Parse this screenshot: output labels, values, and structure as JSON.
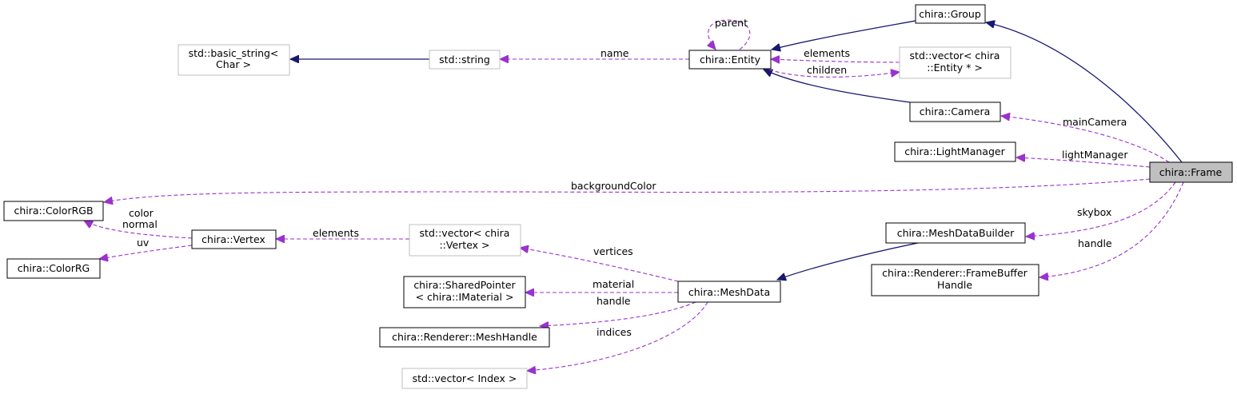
{
  "nodes": {
    "group": {
      "lines": [
        "chira::Group"
      ],
      "style": "normal"
    },
    "entity": {
      "lines": [
        "chira::Entity"
      ],
      "style": "normal"
    },
    "camera": {
      "lines": [
        "chira::Camera"
      ],
      "style": "normal"
    },
    "lightmanager": {
      "lines": [
        "chira::LightManager"
      ],
      "style": "normal"
    },
    "frame": {
      "lines": [
        "chira::Frame"
      ],
      "style": "focus"
    },
    "basic_string": {
      "lines": [
        "std::basic_string<",
        "Char >"
      ],
      "style": "gray"
    },
    "string": {
      "lines": [
        "std::string"
      ],
      "style": "gray"
    },
    "vector_entity": {
      "lines": [
        "std::vector< chira",
        "::Entity * >"
      ],
      "style": "gray"
    },
    "colorrgb": {
      "lines": [
        "chira::ColorRGB"
      ],
      "style": "normal"
    },
    "vertex": {
      "lines": [
        "chira::Vertex"
      ],
      "style": "normal"
    },
    "colorrg": {
      "lines": [
        "chira::ColorRG"
      ],
      "style": "normal"
    },
    "vector_vertex": {
      "lines": [
        "std::vector< chira",
        "::Vertex >"
      ],
      "style": "gray"
    },
    "sharedpointer": {
      "lines": [
        "chira::SharedPointer",
        "< chira::IMaterial >"
      ],
      "style": "normal"
    },
    "meshhandle": {
      "lines": [
        "chira::Renderer::MeshHandle"
      ],
      "style": "normal"
    },
    "vector_index": {
      "lines": [
        "std::vector< Index >"
      ],
      "style": "gray"
    },
    "meshdata": {
      "lines": [
        "chira::MeshData"
      ],
      "style": "normal"
    },
    "meshdatabuilder": {
      "lines": [
        "chira::MeshDataBuilder"
      ],
      "style": "normal"
    },
    "fbhandle": {
      "lines": [
        "chira::Renderer::FrameBuffer",
        "Handle"
      ],
      "style": "normal"
    }
  },
  "edges": {
    "frame_group": {
      "from": "chira::Frame",
      "to": "chira::Group",
      "kind": "inheritance"
    },
    "group_entity": {
      "from": "chira::Group",
      "to": "chira::Entity",
      "kind": "inheritance"
    },
    "camera_entity": {
      "from": "chira::Camera",
      "to": "chira::Entity",
      "kind": "inheritance"
    },
    "string_basic": {
      "from": "std::string",
      "to": "std::basic_string< Char >",
      "kind": "inheritance"
    },
    "meshdatabuilder_meshdata": {
      "from": "chira::MeshDataBuilder",
      "to": "chira::MeshData",
      "kind": "inheritance"
    },
    "entity_parent": {
      "label": "parent",
      "kind": "usage"
    },
    "entity_name": {
      "label": "name",
      "kind": "usage"
    },
    "vector_elements": {
      "label": "elements",
      "kind": "usage"
    },
    "entity_children": {
      "label": "children",
      "kind": "usage"
    },
    "frame_maincamera": {
      "label": "mainCamera",
      "kind": "usage"
    },
    "frame_lightmanager": {
      "label": "lightManager",
      "kind": "usage"
    },
    "frame_backgroundcolor": {
      "label": "backgroundColor",
      "kind": "usage"
    },
    "vertex_colornormal": {
      "label": "color\nnormal",
      "label_lines": [
        "color",
        "normal"
      ],
      "kind": "usage"
    },
    "vertex_uv": {
      "label": "uv",
      "kind": "usage"
    },
    "vectorvertex_elements": {
      "label": "elements",
      "kind": "usage"
    },
    "meshdata_vertices": {
      "label": "vertices",
      "kind": "usage"
    },
    "meshdata_material": {
      "label": "material",
      "kind": "usage"
    },
    "meshdata_handle": {
      "label": "handle",
      "kind": "usage"
    },
    "meshdata_indices": {
      "label": "indices",
      "kind": "usage"
    },
    "frame_skybox": {
      "label": "skybox",
      "kind": "usage"
    },
    "frame_handle": {
      "label": "handle",
      "kind": "usage"
    }
  },
  "colors": {
    "inheritance_edge": "#191970",
    "usage_edge": "#9a32cd",
    "focus_fill": "#bfbfbf",
    "gray_border": "#bfbfbf",
    "node_border": "#000000"
  }
}
